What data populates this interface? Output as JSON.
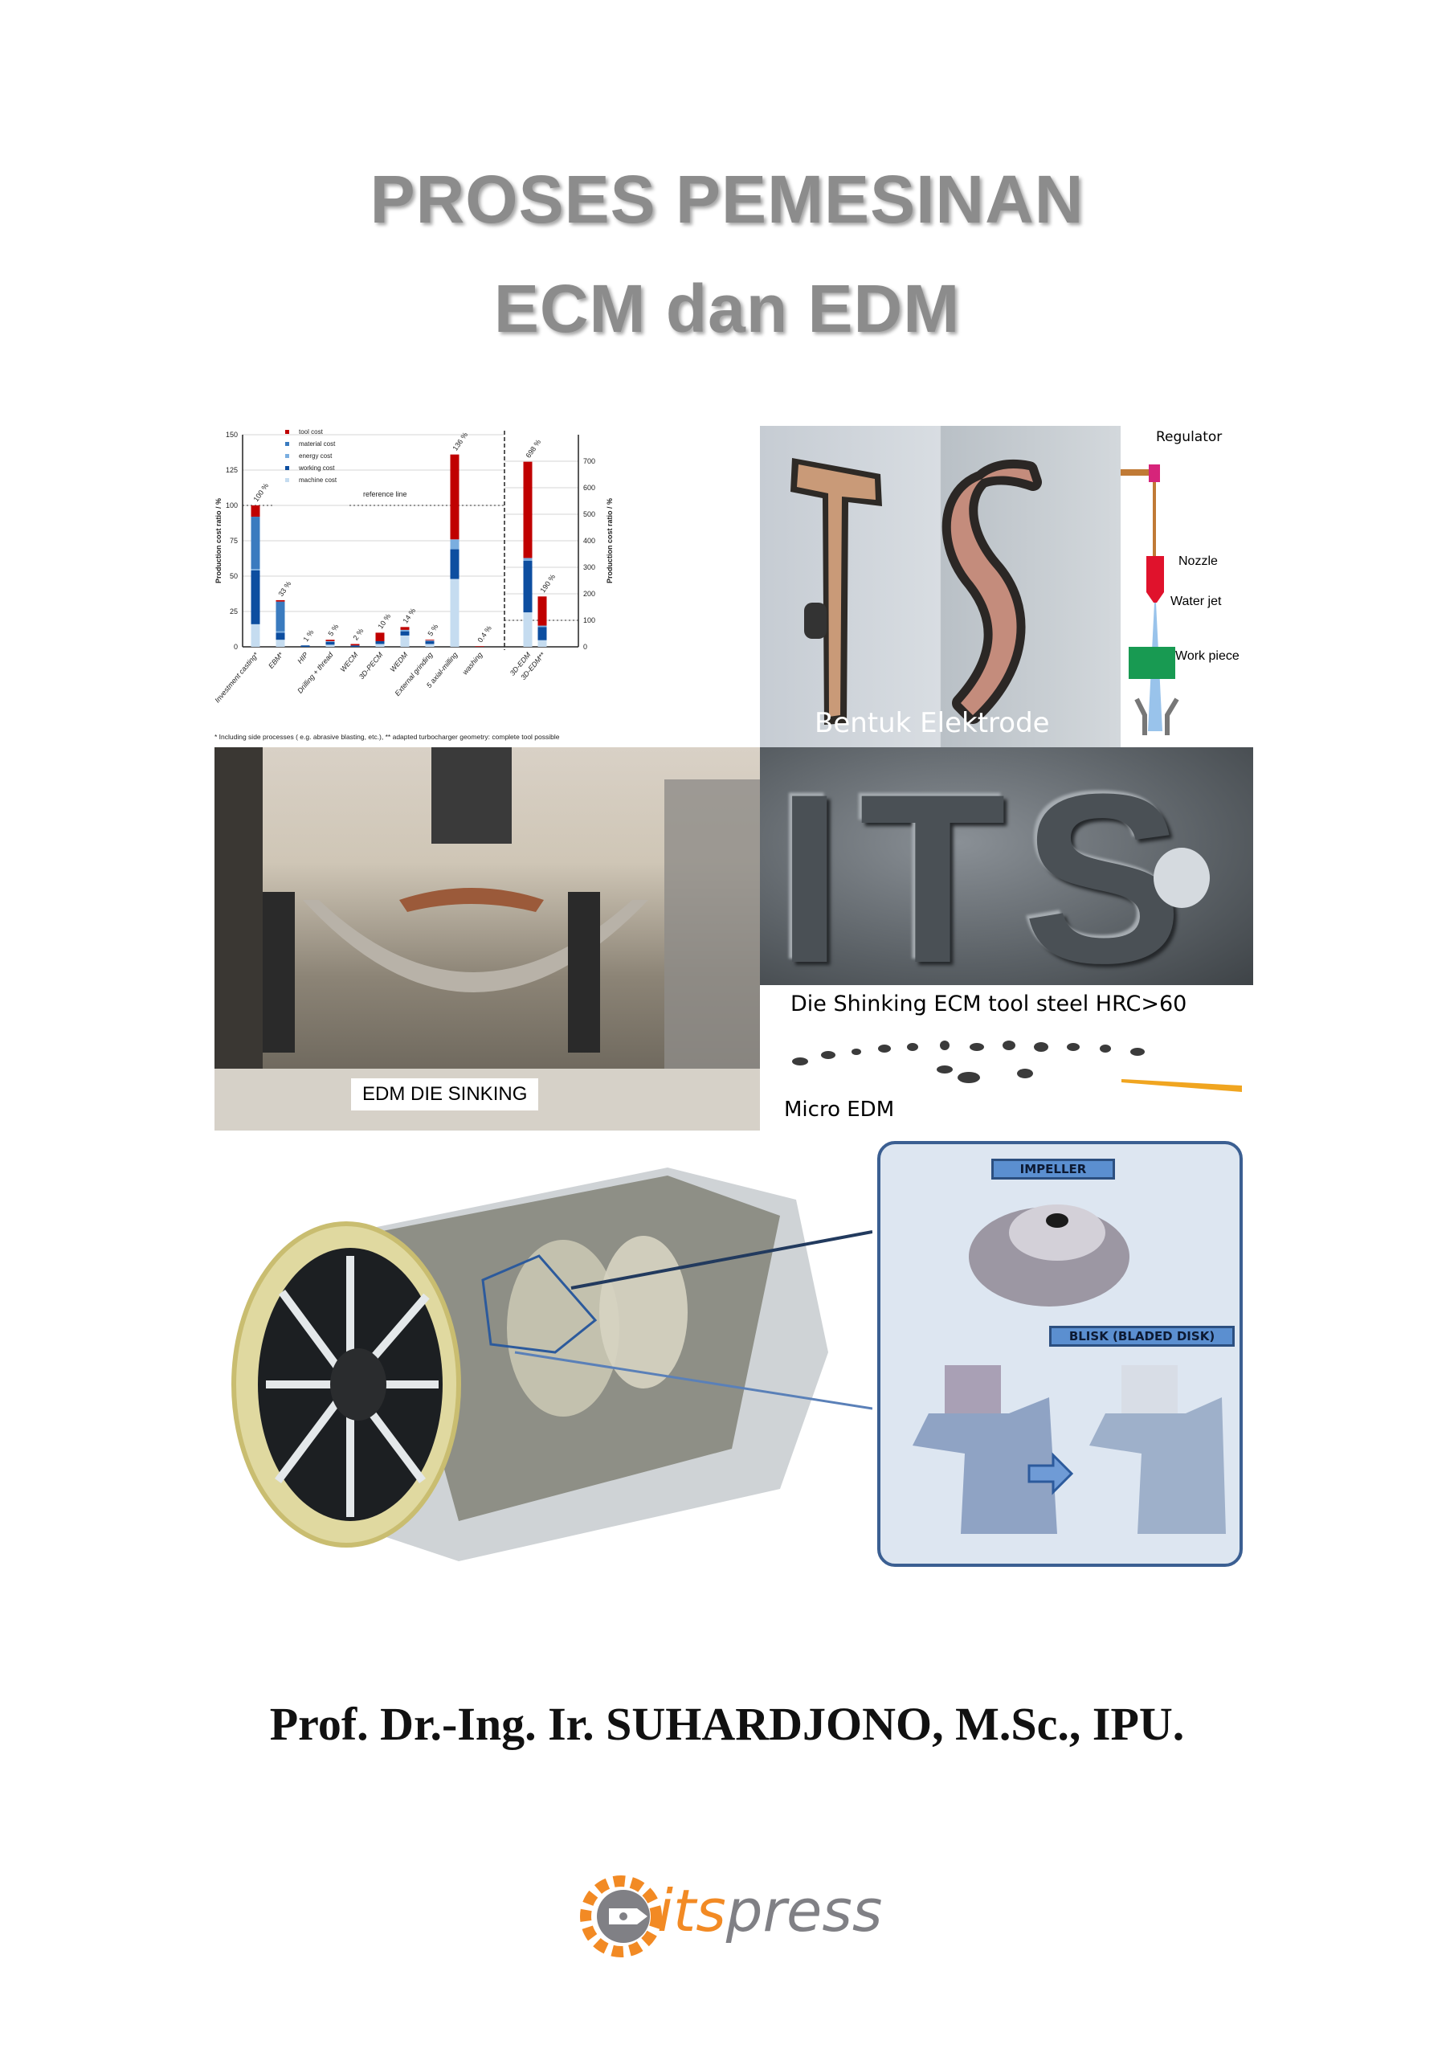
{
  "cover": {
    "title_line1": "PROSES PEMESINAN",
    "title_line2": "ECM dan EDM",
    "author": "Prof. Dr.-Ing. Ir. SUHARDJONO, M.Sc., IPU.",
    "publisher_logo": {
      "part1": "its",
      "part2": "press",
      "colors": {
        "orange": "#f28a24",
        "gray": "#808085"
      }
    }
  },
  "photos": {
    "electrode_caption": "Bentuk Elektrode",
    "diagram": {
      "regulator": "Regulator",
      "nozzle": "Nozzle",
      "water_jet": "Water jet",
      "work_piece": "Work piece"
    },
    "edm_caption": "EDM DIE SINKING",
    "its_engraving": "ITS",
    "its_caption": "Die Shinking ECM tool steel HRC>60",
    "micro_caption": "Micro EDM",
    "impeller_label": "IMPELLER",
    "blisk_label": "BLISK (BLADED DISK)"
  },
  "chart_data": {
    "type": "bar",
    "stacked": true,
    "ylabel": "Production cost ratio / %",
    "ylabel_right": "Production cost ratio / %",
    "ylim": [
      0,
      150
    ],
    "yticks": [
      0,
      25,
      50,
      75,
      100,
      125,
      150
    ],
    "ylim_right": [
      0,
      800
    ],
    "yticks_right": [
      0,
      100,
      200,
      300,
      400,
      500,
      600,
      700
    ],
    "grid": true,
    "reference_line": {
      "label": "reference line",
      "value": 100
    },
    "legend_position": "top-left",
    "categories": [
      "Investment casting*",
      "EBM*",
      "HIP",
      "Drilling + thread",
      "WECM",
      "3D-PECM",
      "WEDM",
      "External grinding",
      "5 axial-milling",
      "washing",
      "3D-EDM",
      "3D-EDM**"
    ],
    "axis": [
      "left",
      "left",
      "left",
      "left",
      "left",
      "left",
      "left",
      "left",
      "left",
      "left",
      "right",
      "right"
    ],
    "totals_labels": [
      "100 %",
      "33 %",
      "1 %",
      "5 %",
      "2 %",
      "10 %",
      "14 %",
      "5 %",
      "136 %",
      "0.4 %",
      "698 %",
      "190 %"
    ],
    "series": [
      {
        "name": "machine cost",
        "color": "#c5dcf0",
        "values": [
          16,
          5,
          0,
          1.5,
          0,
          2,
          8,
          2,
          48,
          0,
          130,
          25
        ]
      },
      {
        "name": "working cost",
        "color": "#0d4ea0",
        "values": [
          38,
          5,
          1,
          2,
          1,
          2,
          3,
          2,
          21,
          0,
          195,
          50
        ]
      },
      {
        "name": "energy cost",
        "color": "#7aaee0",
        "values": [
          1,
          1,
          0,
          0.5,
          0,
          0,
          1,
          0.5,
          7,
          0,
          10,
          5
        ]
      },
      {
        "name": "material cost",
        "color": "#3a7bbf",
        "values": [
          37,
          21,
          0,
          0,
          0,
          0,
          0,
          0,
          0,
          0,
          0,
          0
        ]
      },
      {
        "name": "tool cost",
        "color": "#c00000",
        "values": [
          8,
          1,
          0,
          1,
          1,
          6,
          2,
          0.5,
          60,
          0.4,
          363,
          110
        ]
      }
    ],
    "legend_order": [
      "tool cost",
      "material cost",
      "energy cost",
      "working cost",
      "machine cost"
    ],
    "footnote": "* Including side processes ( e.g. abrasive blasting, etc.), ** adapted turbocharger geometry: complete tool possible"
  }
}
